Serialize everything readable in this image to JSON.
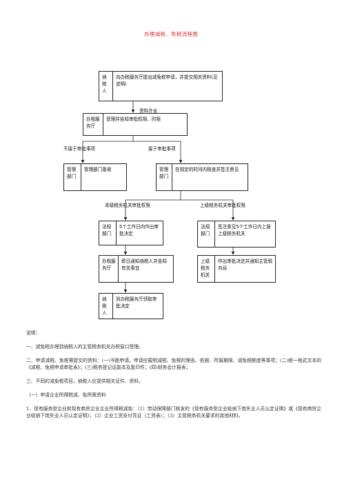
{
  "title": "办理减税、免税流程图",
  "nodes": {
    "n1": {
      "label": "纳税人",
      "text": "向办税服务厅提出减免税申请，并提交相关资料(见说明)"
    },
    "n2": {
      "label": "办税服务厅",
      "text": "受理并告知审批权限、时限"
    },
    "n3": {
      "label": "管理部门",
      "text": "管理部门备案"
    },
    "n4": {
      "label": "管理部门",
      "text": "在规定的时间内核查并签注意见"
    },
    "n5": {
      "label": "法规部门",
      "text": "5个工作日内作出审批决定"
    },
    "n6": {
      "label": "法规部门",
      "text": "签注意见5个工作日内上报上级税务机关"
    },
    "n7": {
      "label": "办税服务厅",
      "text": "即日通知纳税人并告知有关事宜"
    },
    "n8": {
      "label": "上级税务机关",
      "text": "作出审批决定并通知主管税务局"
    },
    "n9": {
      "label": "纳税人",
      "text": "到办税服务厅领取审批决定"
    }
  },
  "edges": {
    "complete": "资料齐全",
    "not_approval": "不属于审批事项",
    "approval": "属于审批事项",
    "local": "本级税务机关审批权限",
    "upper": "上级税务机关审批权限"
  },
  "notes": {
    "heading": "说明：",
    "p1": "一、减免税办理到纳税人的主管税务机关办税窗口受理。",
    "p2": "二、申请减税、免税需提交的资料：(一)书面申请。申请应载明减税、免税的理由、依据、所属期限、减免税额度等事项；(二)统一格式文本的《减税、免税申请审批表》；(三)税务登记证副本及复印件；(四)财务会计报表；",
    "p3": "三、不同的减免税项目，纳税人应提供相关证件、资料。",
    "p4": "（一）申请企业所得税减、免所需资料",
    "p5": "1、现有服务型企业和现有商贸企业企业所得税减免：（1）劳动保障部门核发的《现有服务型企业吸纳下岗失业人员认定证明》或《现有商贸企业吸纳下岗失业人员认定证明》；（2）企业工资支付凭证（工资表）；（3）主管税务机关要求的其他材料。"
  }
}
